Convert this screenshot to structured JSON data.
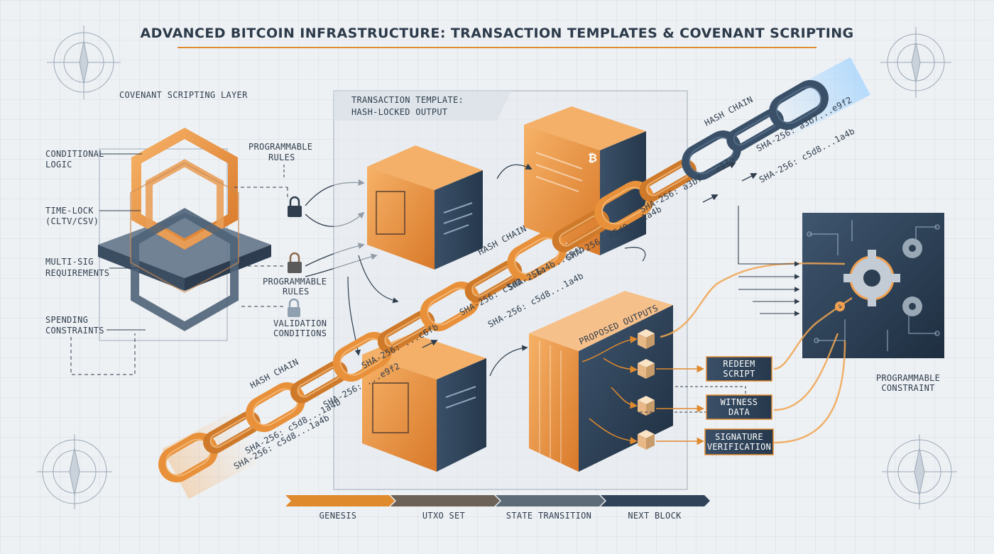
{
  "title": "ADVANCED BITCOIN INFRASTRUCTURE: TRANSACTION TEMPLATES & COVENANT SCRIPTING",
  "covenant": {
    "heading": "COVENANT SCRIPTING LAYER",
    "labels": [
      {
        "line1": "CONDITIONAL",
        "line2": "LOGIC"
      },
      {
        "line1": "TIME-LOCK",
        "line2": "(CLTV/CSV)"
      },
      {
        "line1": "MULTI-SIG",
        "line2": "REQUIREMENTS"
      },
      {
        "line1": "SPENDING",
        "line2": "CONSTRAINTS"
      }
    ],
    "rules": [
      {
        "line1": "PROGRAMMABLE",
        "line2": "RULES"
      },
      {
        "line1": "PROGRAMMABLE",
        "line2": "RULES"
      },
      {
        "line1": "VALIDATION",
        "line2": "CONDITIONS"
      }
    ]
  },
  "template": {
    "line1": "TRANSACTION TEMPLATE:",
    "line2": "HASH-LOCKED OUTPUT"
  },
  "hash_chain_labels": [
    "HASH CHAIN",
    "HASH CHAIN",
    "HASH CHAIN"
  ],
  "hash_values": [
    "SHA-256: a3b7...e9f2",
    "SHA-256: c5d8...1a4b",
    "SHA-256: a3b7...e9f2",
    "SHA-256: c5d8...1a4b",
    "SHA-256: c5d8...1a4b",
    "SHA-256: ...c9fb",
    "SHA-256: c5d8...1a4b",
    "SHA-256: ...c6fb",
    "SHA-256: ...e9f2",
    "SHA-256: c5d8...1a4b"
  ],
  "proposed_outputs": "PROPOSED OUTPUTS",
  "output_boxes": [
    {
      "line1": "REDEEM",
      "line2": "SCRIPT"
    },
    {
      "line1": "WITNESS",
      "line2": "DATA"
    },
    {
      "line1": "SIGNATURE",
      "line2": "VERIFICATION"
    }
  ],
  "constraint": {
    "line1": "PROGRAMMABLE",
    "line2": "CONSTRAINT"
  },
  "timeline": [
    "GENESIS",
    "UTXO SET",
    "STATE TRANSITION",
    "NEXT BLOCK"
  ],
  "colors": {
    "orange": "#e08a2e",
    "navy": "#2f4258",
    "ink": "#2f3d4d"
  }
}
